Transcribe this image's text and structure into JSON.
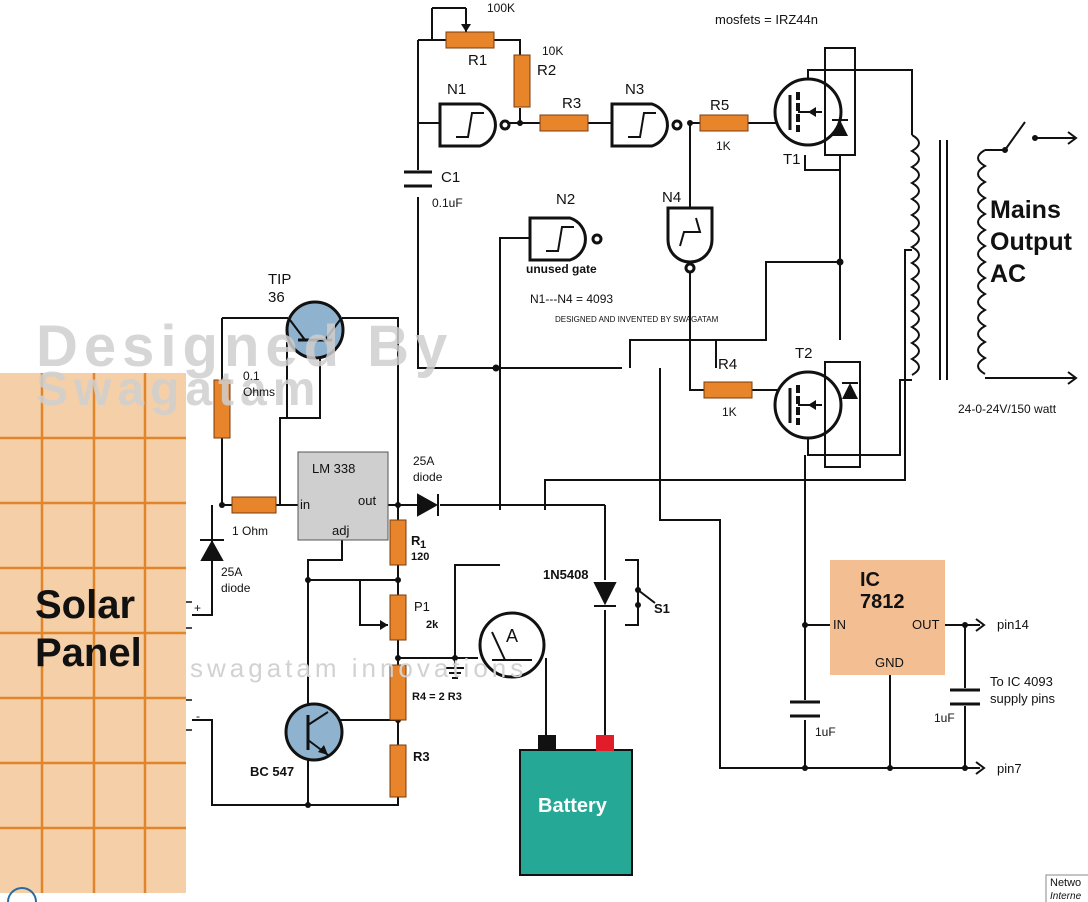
{
  "labels": {
    "pot_100k": "100K",
    "mosfets": "mosfets = IRZ44n",
    "r1": "R1",
    "r2": "R2",
    "r2_value": "10K",
    "n1": "N1",
    "n3": "N3",
    "r3": "R3",
    "r5": "R5",
    "r5_value": "1K",
    "t1": "T1",
    "c1": "C1",
    "c1_value": "0.1uF",
    "n2": "N2",
    "unused_gate": "unused gate",
    "n4": "N4",
    "ic_4093": "N1---N4 = 4093",
    "designed_credit": "DESIGNED AND INVENTED BY SWAGATAM",
    "tip36_a": "TIP",
    "tip36_b": "36",
    "ohm01_a": "0.1",
    "ohm01_b": "Ohms",
    "r4": "R4",
    "r4_value": "1K",
    "t2": "T2",
    "transformer_rating": "24-0-24V/150 watt",
    "mains_1": "Mains",
    "mains_2": "Output",
    "mains_3": "AC",
    "lm338": "LM 338",
    "lm_in": "in",
    "lm_out": "out",
    "lm_adj": "adj",
    "diode_25a_top_a": "25A",
    "diode_25a_top_b": "diode",
    "ohm1": "1 Ohm",
    "diode_25a_left_a": "25A",
    "diode_25a_left_b": "diode",
    "plus": "+",
    "minus": "-",
    "r1_big": "R",
    "r1_sub": "1",
    "r1_val": "120",
    "p1": "P1",
    "p1_val": "2k",
    "r4_eq": "R4 = 2 R3",
    "r3_big": "R3",
    "bc547": "BC 547",
    "in5408": "1N5408",
    "s1": "S1",
    "ammeter": "A",
    "battery": "Battery",
    "ic_a": "IC",
    "ic_b": "7812",
    "ic_in": "IN",
    "ic_out": "OUT",
    "ic_gnd": "GND",
    "pin14": "pin14",
    "pin7": "pin7",
    "to4093_a": "To IC 4093",
    "to4093_b": "supply pins",
    "cap1uf_a": "1uF",
    "cap1uf_b": "1uF",
    "solar_1": "Solar",
    "solar_2": "Panel",
    "wm_designed": "Designed By",
    "wm_swagatam": "Swagatam",
    "wm_innovations": "swagatam innovations",
    "corner_1": "Netwo",
    "corner_2": "Interne"
  },
  "colors": {
    "resistor": "#e8842a",
    "panel_fill": "#f5cfa8",
    "panel_grid": "#e0852a",
    "ic_fill": "#cfcfcf",
    "reg_fill": "#f4be93",
    "transistor": "#8fb3cf",
    "battery": "#25a896",
    "bat_red": "#e11d2a",
    "wire": "#111111"
  }
}
